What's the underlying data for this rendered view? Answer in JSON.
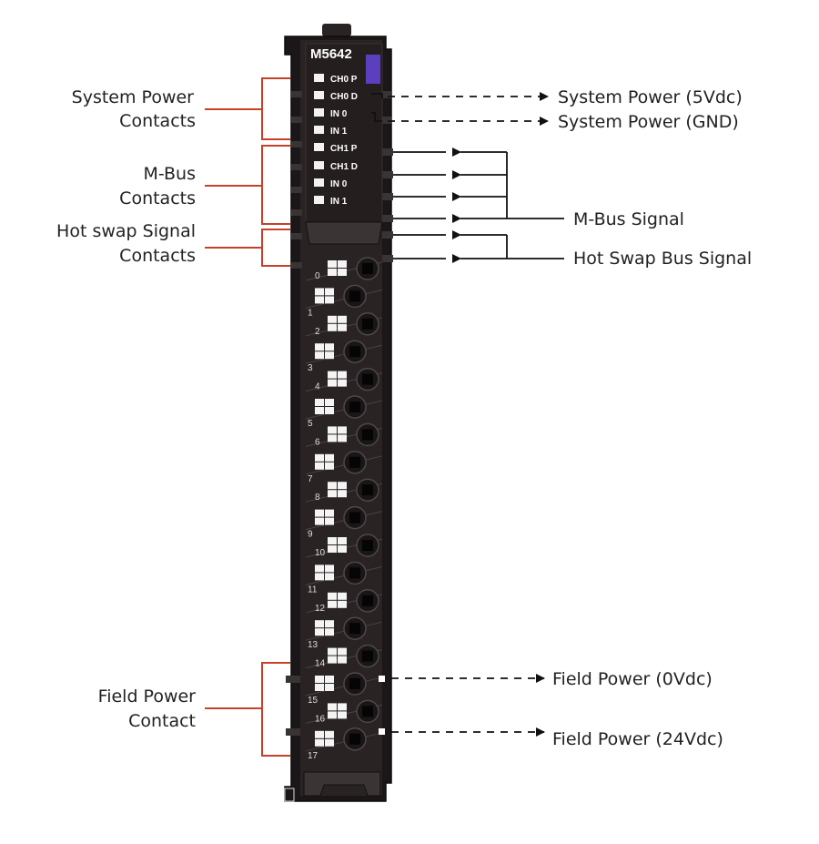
{
  "module": {
    "model": "M5642",
    "leds": [
      "CH0 P",
      "CH0 D",
      "IN 0",
      "IN 1",
      "CH1 P",
      "CH1 D",
      "IN 0",
      "IN 1"
    ],
    "channel_numbers": [
      "0",
      "1",
      "2",
      "3",
      "4",
      "5",
      "6",
      "7",
      "8",
      "9",
      "10",
      "11",
      "12",
      "13",
      "14",
      "15",
      "16",
      "17"
    ]
  },
  "left_labels": {
    "system_power": [
      "System Power",
      "Contacts"
    ],
    "mbus": [
      "M-Bus",
      "Contacts"
    ],
    "hot_swap": [
      "Hot swap Signal",
      "Contacts"
    ],
    "field_power": [
      "Field Power",
      "Contact"
    ]
  },
  "right_labels": {
    "sys_5v": "System Power (5Vdc)",
    "sys_gnd": "System Power (GND)",
    "mbus_signal": "M-Bus Signal",
    "hotswap_signal": "Hot Swap Bus Signal",
    "field_0v": "Field Power (0Vdc)",
    "field_24v": "Field Power (24Vdc)"
  },
  "colors": {
    "bracket": "#c8402a",
    "body": "#2a2324",
    "body_edge": "#111111",
    "led_indicator": "#5b3fbf",
    "arrow": "#111111"
  }
}
